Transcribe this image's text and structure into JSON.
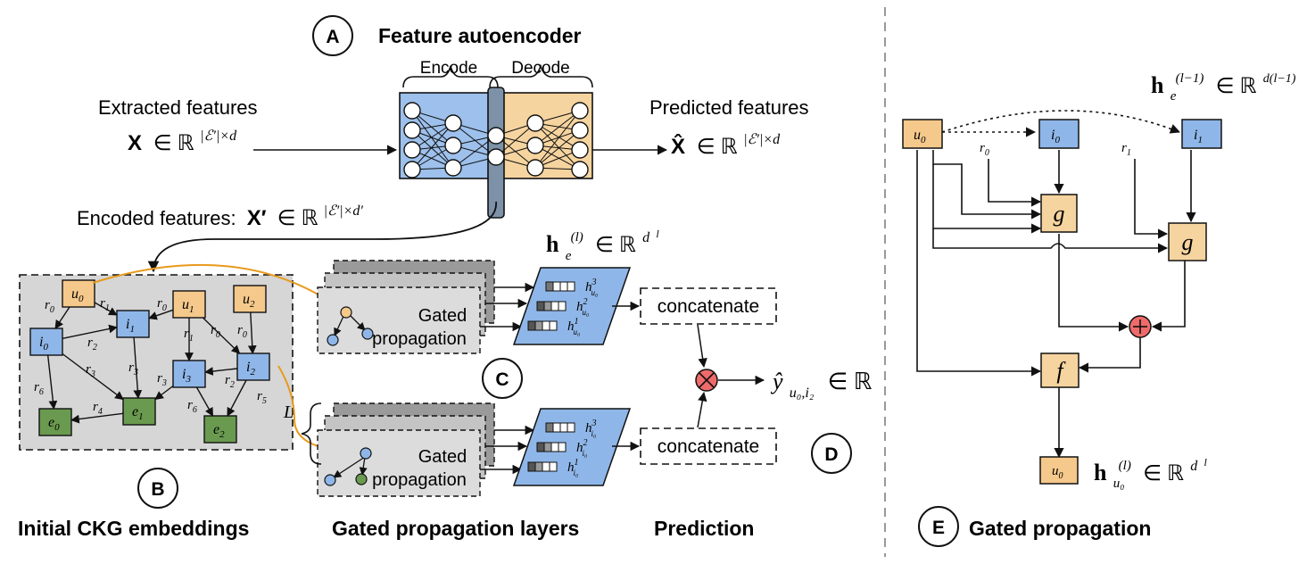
{
  "sections": {
    "a": {
      "letter": "A",
      "title": "Feature autoencoder",
      "encode_label": "Encode",
      "decode_label": "Decode",
      "input_label": "Extracted features",
      "input_formula_var": "X",
      "input_formula_rest": "∈ ℝ",
      "input_formula_sup": "|ℰ′|×d",
      "output_label": "Predicted features",
      "output_formula_var": "X̂",
      "output_formula_rest": "∈ ℝ",
      "output_formula_sup": "|ℰ′|×d",
      "encoded_label": "Encoded features:",
      "encoded_formula_var": "X′",
      "encoded_formula_rest": "∈ ℝ",
      "encoded_formula_sup": "|ℰ′|×d′"
    },
    "b": {
      "letter": "B",
      "title": "Initial CKG embeddings",
      "nodes": {
        "u0": "u",
        "u0_sub": "0",
        "u1": "u",
        "u1_sub": "1",
        "u2": "u",
        "u2_sub": "2",
        "i0": "i",
        "i0_sub": "0",
        "i1": "i",
        "i1_sub": "1",
        "i2": "i",
        "i2_sub": "2",
        "i3": "i",
        "i3_sub": "3",
        "e0": "e",
        "e0_sub": "0",
        "e1": "e",
        "e1_sub": "1",
        "e2": "e",
        "e2_sub": "2"
      },
      "edges": {
        "r0": "r",
        "r0_sub": "0",
        "r1": "r",
        "r1_sub": "1",
        "r2": "r",
        "r2_sub": "2",
        "r3": "r",
        "r3_sub": "3",
        "r4": "r",
        "r4_sub": "4",
        "r5": "r",
        "r5_sub": "5",
        "r6": "r",
        "r6_sub": "6"
      }
    },
    "c": {
      "letter": "C",
      "title": "Gated propagation layers",
      "gated_line1": "Gated",
      "gated_line2": "propagation",
      "layers_label": "L",
      "h_label": "h",
      "h_sub": "e",
      "h_sup": "(l)",
      "h_rest": "∈ ℝ",
      "h_rest_sup": "d",
      "h_rest_sup_sup": "l",
      "layer_h_top": [
        "h",
        "h",
        "h"
      ],
      "layer_h_top_sup": [
        "3",
        "2",
        "1"
      ],
      "layer_h_top_sub": [
        "u₀",
        "u₀",
        "u₀"
      ],
      "layer_h_bot_sub": [
        "i₀",
        "i₀",
        "i₀"
      ]
    },
    "d": {
      "letter": "D",
      "title": "Prediction",
      "concat_label": "concatenate",
      "y_label": "ŷ",
      "y_sub": "u₀,i₂",
      "y_rest": "∈ ℝ"
    },
    "e": {
      "letter": "E",
      "title": "Gated propagation",
      "top_h": "h",
      "top_h_sub": "e",
      "top_h_sup": "(l−1)",
      "top_h_rest": "∈ ℝ",
      "top_h_rest_sup": "d(l−1)",
      "u0": "u",
      "u0_sub": "0",
      "i0": "i",
      "i0_sub": "0",
      "i1": "i",
      "i1_sub": "1",
      "r0": "r",
      "r0_sub": "0",
      "r1": "r",
      "r1_sub": "1",
      "g": "g",
      "f": "f",
      "out_h": "h",
      "out_h_sub": "u₀",
      "out_h_sup": "(l)",
      "out_h_rest": "∈ ℝ",
      "out_h_rest_sup": "d",
      "out_h_rest_sup_sup": "l"
    }
  },
  "colors": {
    "user": "#f5c98b",
    "item": "#8fb6e8",
    "entity": "#6a9a4f",
    "encode_bg": "#9dc0ec",
    "decode_bg": "#f6d49f",
    "orange_arrow": "#e89a1c",
    "panel_gray": "#d6d6d6",
    "combine_red": "#ef6b6b"
  }
}
